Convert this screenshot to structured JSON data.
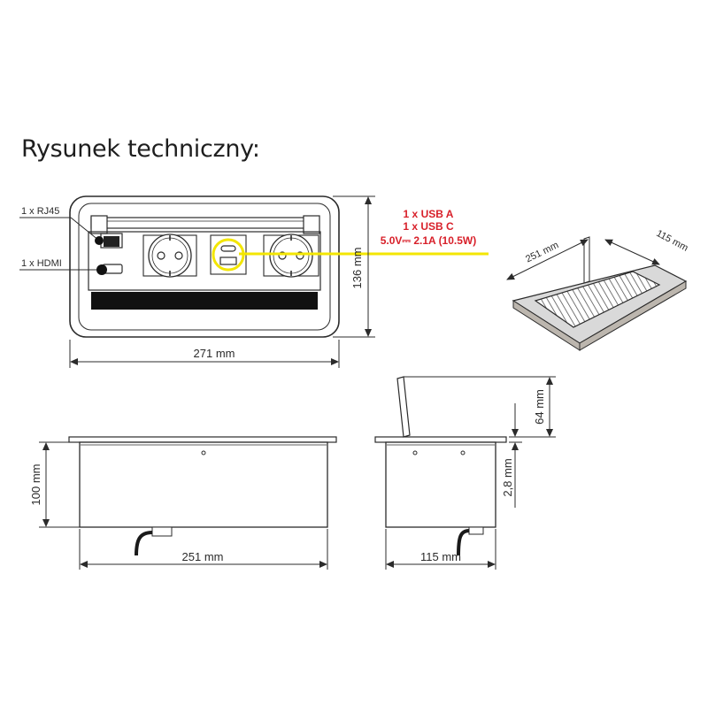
{
  "title": "Rysunek techniczny:",
  "labels": {
    "rj45": "1 x RJ45",
    "hdmi": "1 x HDMI"
  },
  "usb_spec": {
    "line1": "1 x USB  A",
    "line2": "1 x USB C",
    "line3": "5.0V⎓ 2.1A (10.5W)"
  },
  "dimensions": {
    "front_width": "271 mm",
    "front_height": "136 mm",
    "side_depth": "100 mm",
    "side_width": "251 mm",
    "end_width": "115 mm",
    "lid_height": "64 mm",
    "flange": "2,8 mm",
    "iso_length": "251 mm",
    "iso_width": "115 mm"
  },
  "colors": {
    "line": "#2b2b2b",
    "highlight": "#f3e600",
    "spec_text": "#d8202a",
    "bezel": "#111111",
    "top_panel": "#d9d9d9",
    "panel_edge": "#bcb6ae"
  }
}
